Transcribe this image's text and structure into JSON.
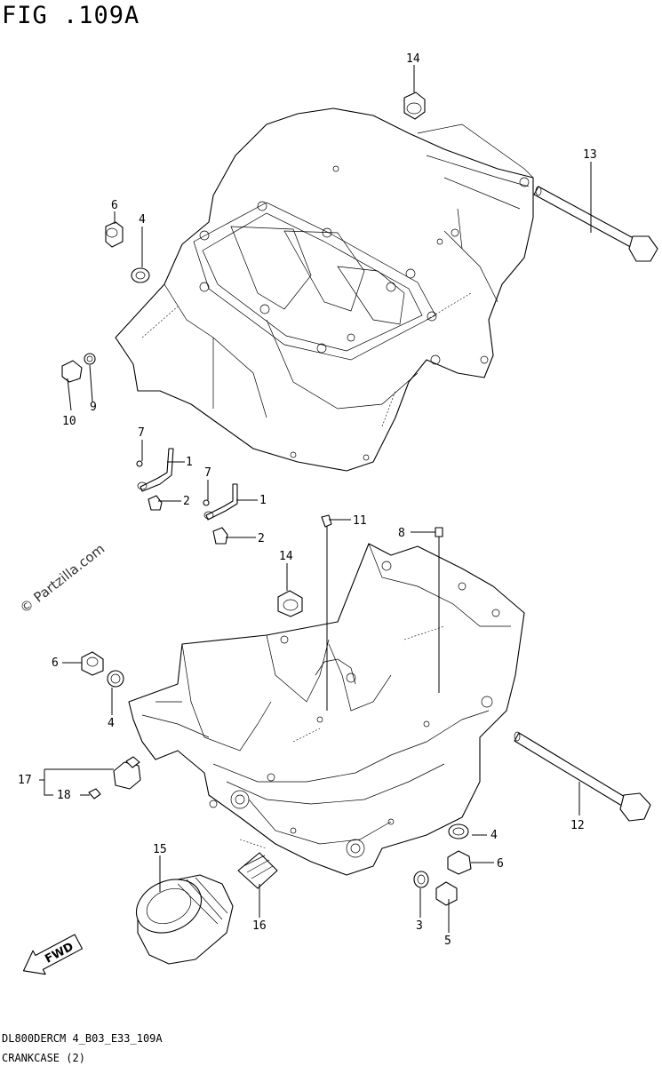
{
  "figure": {
    "title": "FIG .109A",
    "footer_code": "DL800DERCM 4_B03_E33_109A",
    "footer_name": "CRANKCASE (2)",
    "watermark": "© Partzilla.com"
  },
  "fwd_label": "FWD",
  "callouts": [
    "14",
    "13",
    "6",
    "4",
    "10",
    "9",
    "7",
    "1",
    "2",
    "7",
    "1",
    "2",
    "11",
    "8",
    "14",
    "6",
    "4",
    "17",
    "18",
    "15",
    "16",
    "4",
    "6",
    "3",
    "5",
    "12"
  ]
}
